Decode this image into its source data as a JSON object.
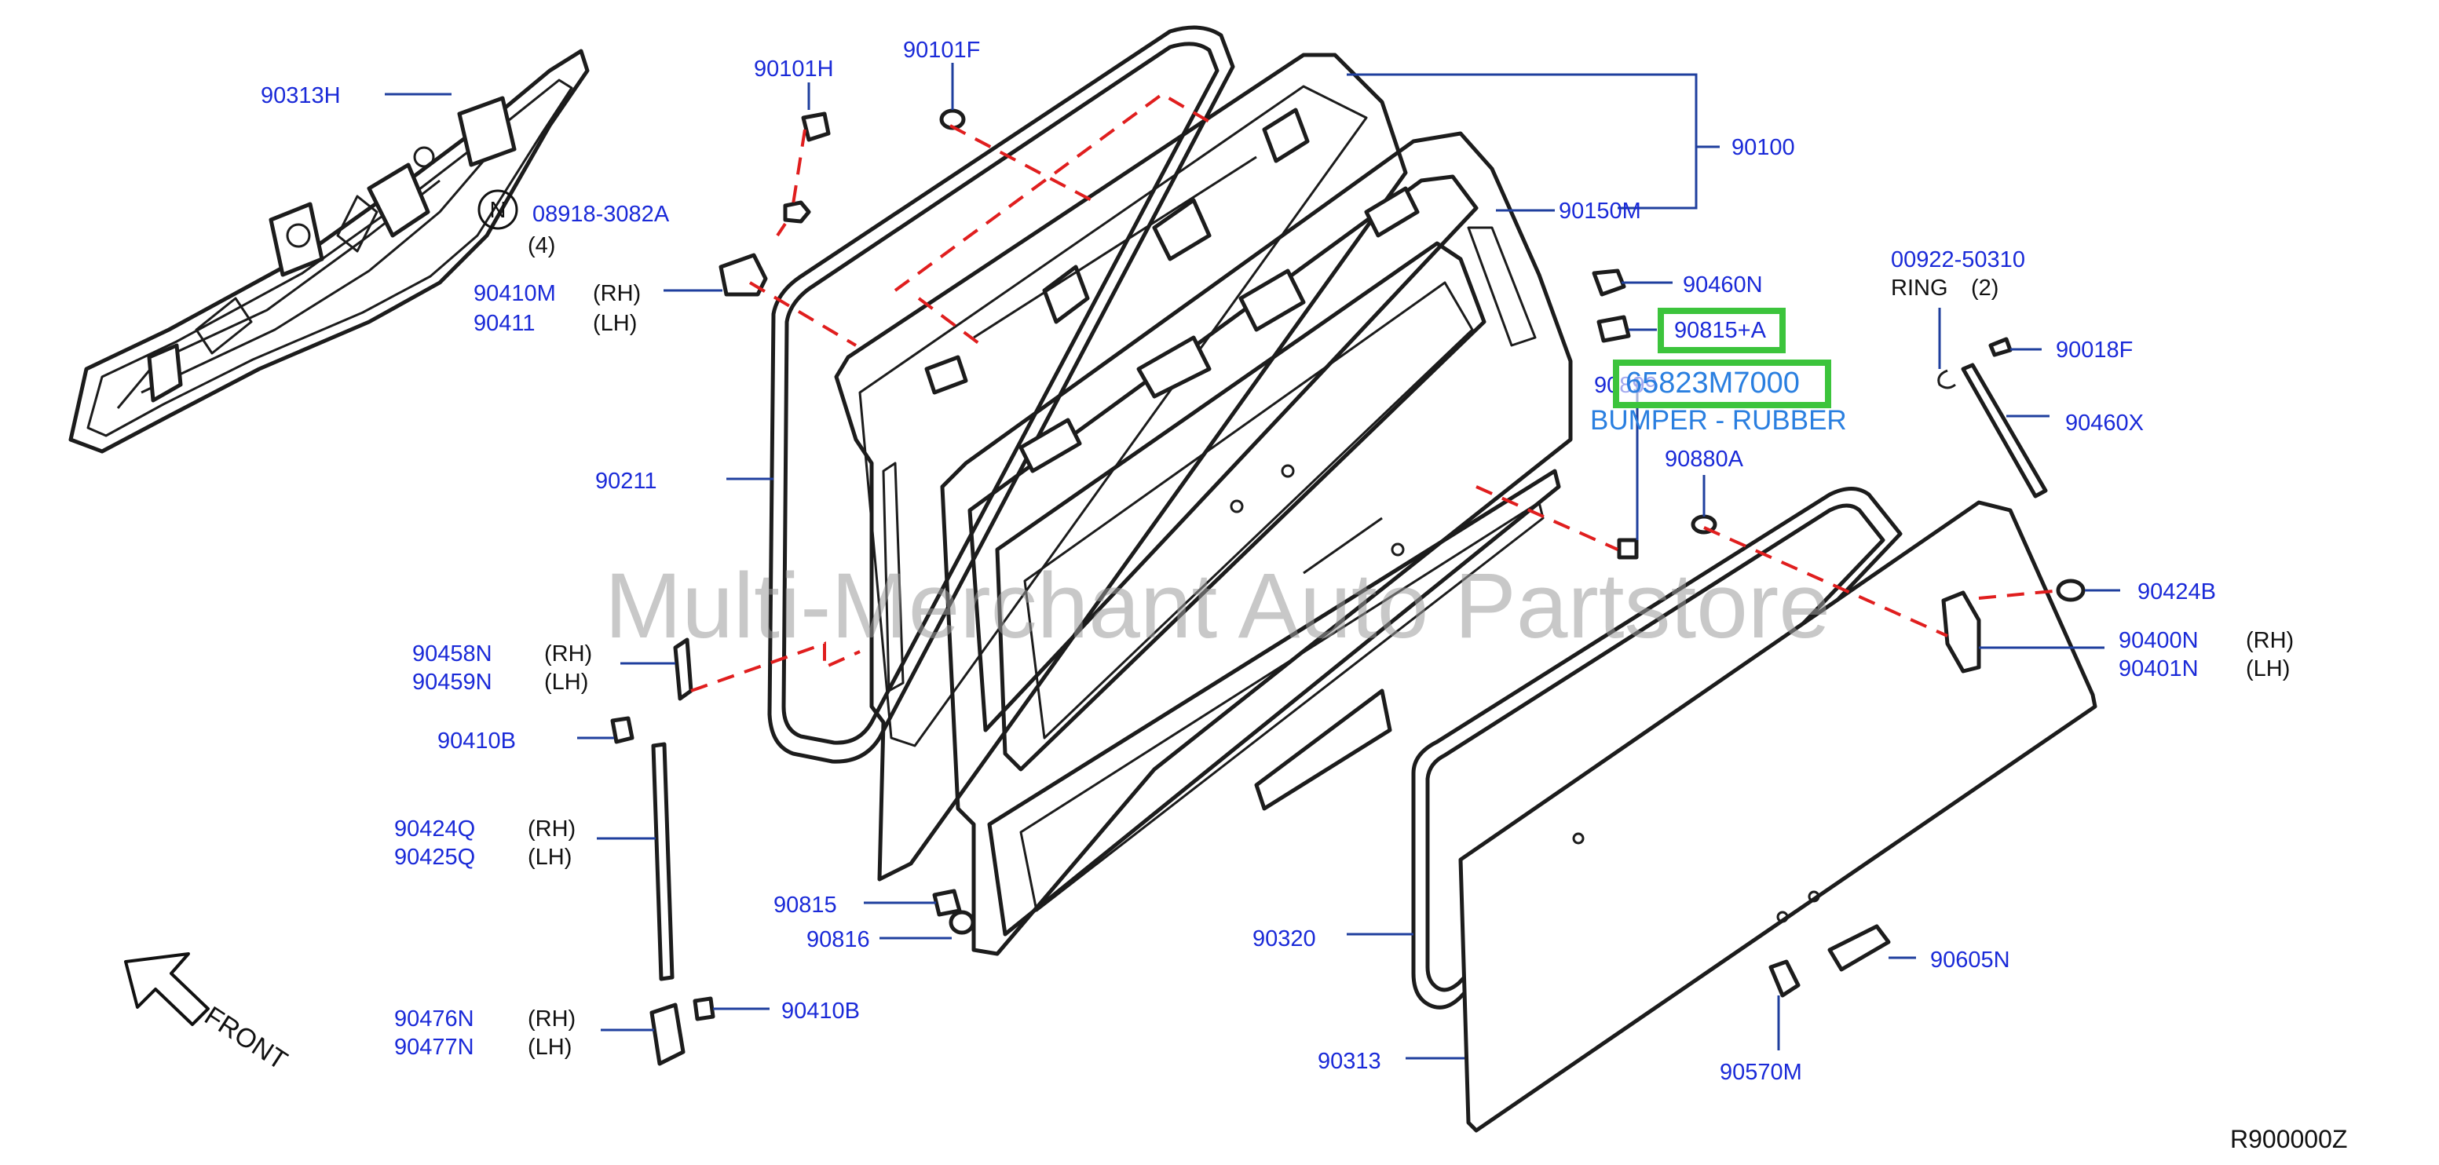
{
  "diagram": {
    "reference_code": "R900000Z",
    "watermark": "Multi-Merchant Auto Partstore",
    "front_label": "FRONT",
    "nut_symbol": "N",
    "highlight_color": "#3cc43c",
    "dashed_color": "#e01e1e",
    "label_color": "#1a2ad8",
    "note_color": "#2a7fe0",
    "callouts": [
      {
        "code": "90313H"
      },
      {
        "code": "90101H"
      },
      {
        "code": "90101F"
      },
      {
        "code": "90100"
      },
      {
        "code": "08918-3082A",
        "qty": "(4)"
      },
      {
        "code": "90150M"
      },
      {
        "code": "90410M",
        "side": "(RH)"
      },
      {
        "code": "90411",
        "side": "(LH)"
      },
      {
        "code": "90460N"
      },
      {
        "code": "00922-50310",
        "extra": "RING",
        "qty": "(2)"
      },
      {
        "code": "90815+A"
      },
      {
        "code": "90018F"
      },
      {
        "code": "65823M7000"
      },
      {
        "code": "90899"
      },
      {
        "code": "90460X"
      },
      {
        "code": "90211"
      },
      {
        "code": "90880A"
      },
      {
        "code": "90424B"
      },
      {
        "code": "90458N",
        "side": "(RH)"
      },
      {
        "code": "90459N",
        "side": "(LH)"
      },
      {
        "code": "90400N",
        "side": "(RH)"
      },
      {
        "code": "90401N",
        "side": "(LH)"
      },
      {
        "code": "90410B"
      },
      {
        "code": "90424Q",
        "side": "(RH)"
      },
      {
        "code": "90425Q",
        "side": "(LH)"
      },
      {
        "code": "90815"
      },
      {
        "code": "90816"
      },
      {
        "code": "90320"
      },
      {
        "code": "90605N"
      },
      {
        "code": "90476N",
        "side": "(RH)"
      },
      {
        "code": "90477N",
        "side": "(LH)"
      },
      {
        "code": "90410B"
      },
      {
        "code": "90313"
      },
      {
        "code": "90570M"
      }
    ],
    "bumper_note": "BUMPER - RUBBER"
  }
}
